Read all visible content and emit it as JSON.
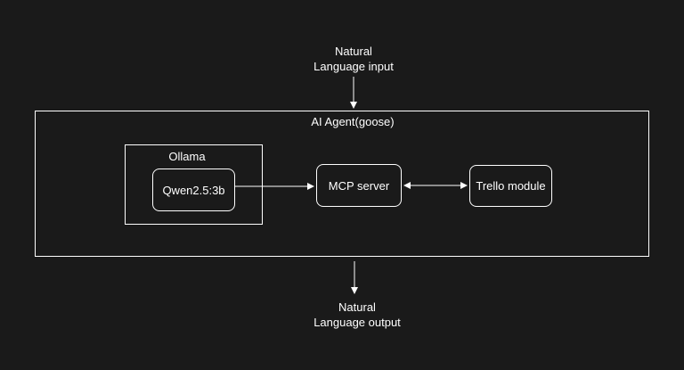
{
  "input_label": [
    "Natural",
    "Language input"
  ],
  "agent": {
    "title": "AI Agent(goose)"
  },
  "ollama": {
    "title": "Ollama",
    "model": "Qwen2.5:3b"
  },
  "mcp_server": {
    "label": "MCP server"
  },
  "trello": {
    "label": "Trello module"
  },
  "output_label": [
    "Natural",
    "Language output"
  ],
  "colors": {
    "background": "#1a1a1a",
    "stroke": "#ffffff",
    "text": "#ffffff"
  }
}
